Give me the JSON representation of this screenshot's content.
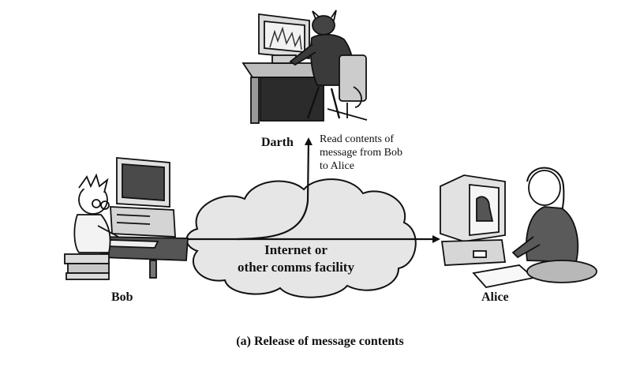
{
  "diagram": {
    "nodes": {
      "darth": {
        "label": "Darth",
        "icon": "attacker-at-computer-icon"
      },
      "bob": {
        "label": "Bob",
        "icon": "user-at-computer-icon"
      },
      "alice": {
        "label": "Alice",
        "icon": "user-at-computer-icon"
      }
    },
    "network": {
      "label_lines": [
        "Internet or",
        "other comms facility"
      ],
      "icon": "cloud-icon"
    },
    "intercept_note": {
      "lines": [
        "Read contents of",
        "message from Bob",
        "to Alice"
      ]
    },
    "caption": "(a) Release of message contents"
  },
  "colors": {
    "cloud_fill": "#e6e6e6",
    "line": "#111111",
    "desk_fill": "#555555"
  }
}
